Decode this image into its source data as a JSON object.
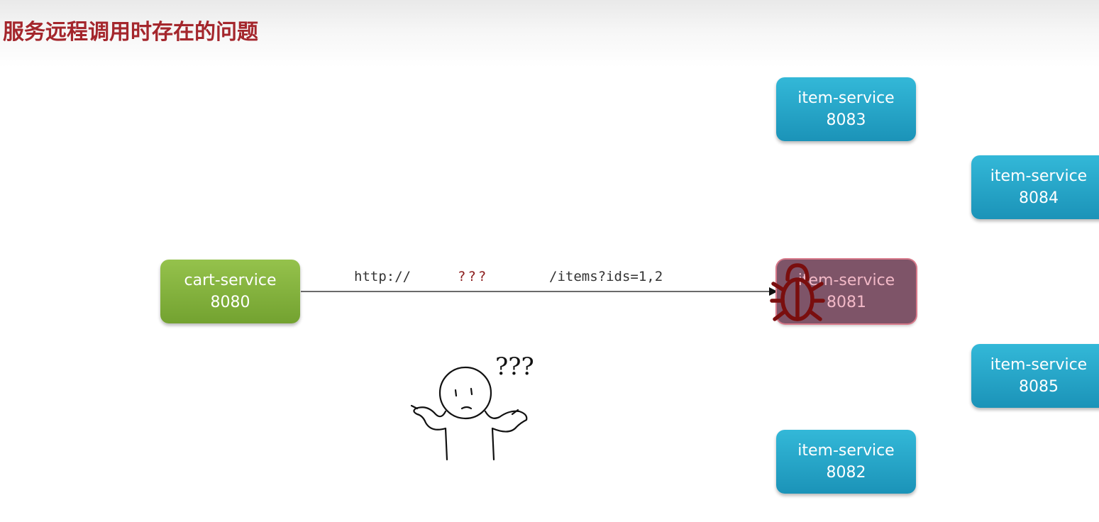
{
  "title": "服务远程调用时存在的问题",
  "caller": {
    "name": "cart-service",
    "port": "8080"
  },
  "request": {
    "scheme": "http://",
    "host": "???",
    "path": "/items?ids=1,2"
  },
  "instances": [
    {
      "name": "item-service",
      "port": "8083",
      "status": "normal"
    },
    {
      "name": "item-service",
      "port": "8084",
      "status": "normal"
    },
    {
      "name": "item-service",
      "port": "8081",
      "status": "faulty"
    },
    {
      "name": "item-service",
      "port": "8085",
      "status": "normal"
    },
    {
      "name": "item-service",
      "port": "8082",
      "status": "normal"
    }
  ],
  "confused_person": {
    "label": "???"
  },
  "colors": {
    "title": "#a4262c",
    "service_blue": "#2aa8cc",
    "service_green": "#83b43c",
    "faulty_overlay": "#7e5468",
    "bug": "#7a0e0e"
  }
}
